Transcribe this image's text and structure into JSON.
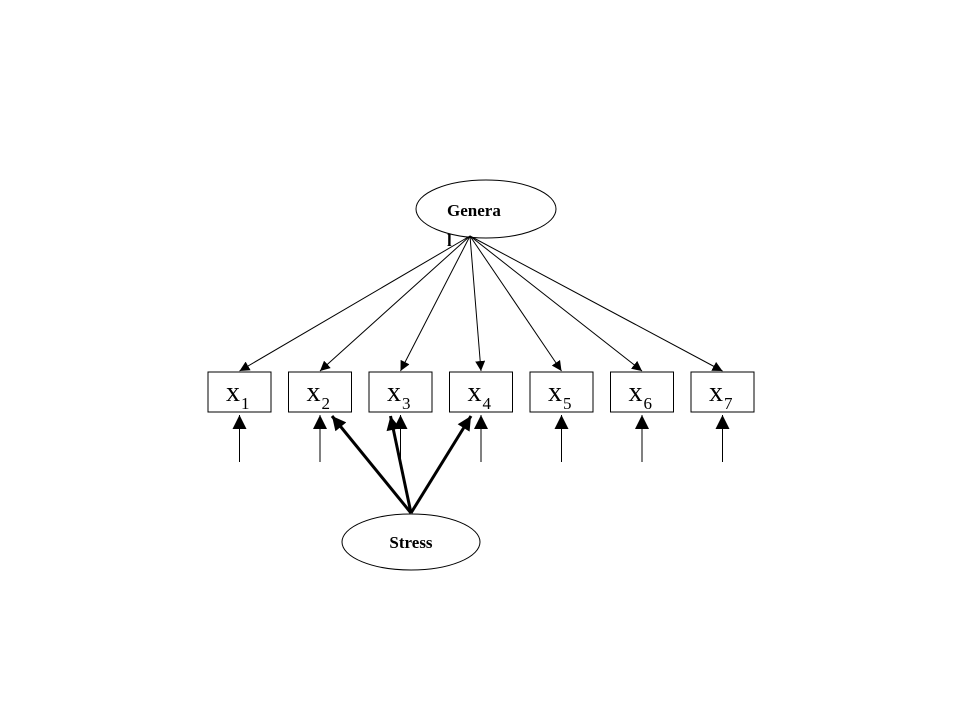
{
  "diagram": {
    "factors": {
      "general": {
        "label_line1": "Genera",
        "label_line2": "l"
      },
      "stress": {
        "label": "Stress"
      }
    },
    "indicators": [
      {
        "base": "x",
        "sub": "1"
      },
      {
        "base": "x",
        "sub": "2"
      },
      {
        "base": "x",
        "sub": "3"
      },
      {
        "base": "x",
        "sub": "4"
      },
      {
        "base": "x",
        "sub": "5"
      },
      {
        "base": "x",
        "sub": "6"
      },
      {
        "base": "x",
        "sub": "7"
      }
    ],
    "general_loadings_to": [
      1,
      2,
      3,
      4,
      5,
      6,
      7
    ],
    "stress_loadings_to": [
      2,
      3,
      4
    ],
    "error_terms_on": [
      1,
      2,
      3,
      4,
      5,
      6,
      7
    ]
  }
}
